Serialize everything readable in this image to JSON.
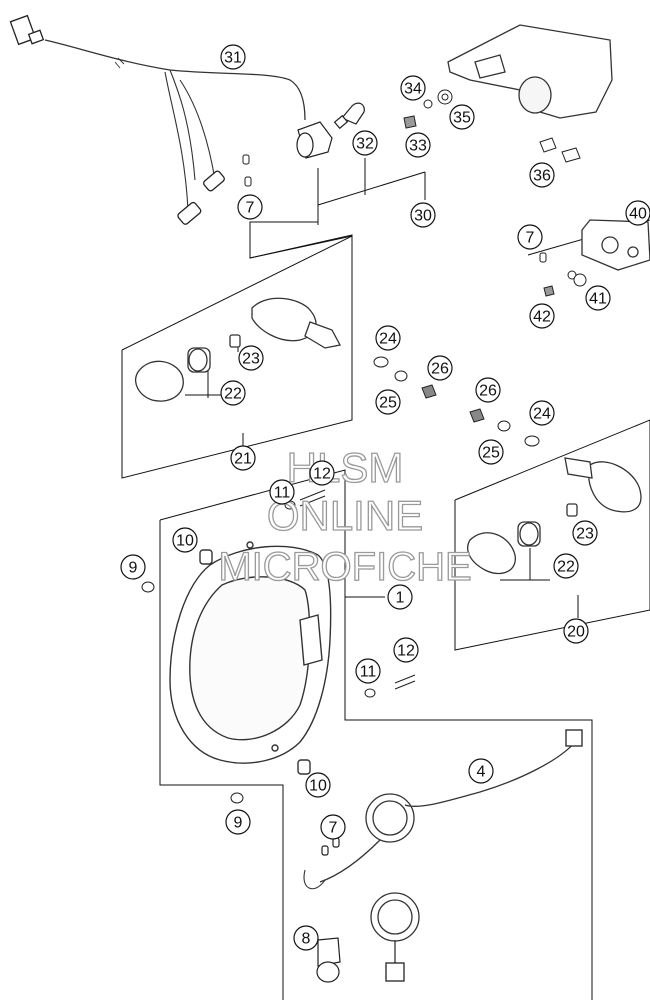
{
  "watermark": {
    "line1": "HLSM",
    "line2": "ONLINE",
    "line3": "MICROFICHE"
  },
  "callouts": [
    {
      "id": "31",
      "label": "31"
    },
    {
      "id": "34",
      "label": "34"
    },
    {
      "id": "35",
      "label": "35"
    },
    {
      "id": "32",
      "label": "32"
    },
    {
      "id": "33",
      "label": "33"
    },
    {
      "id": "36",
      "label": "36"
    },
    {
      "id": "30",
      "label": "30"
    },
    {
      "id": "7a",
      "label": "7"
    },
    {
      "id": "40",
      "label": "40"
    },
    {
      "id": "7b",
      "label": "7"
    },
    {
      "id": "41",
      "label": "41"
    },
    {
      "id": "42",
      "label": "42"
    },
    {
      "id": "24a",
      "label": "24"
    },
    {
      "id": "23a",
      "label": "23"
    },
    {
      "id": "26a",
      "label": "26"
    },
    {
      "id": "22a",
      "label": "22"
    },
    {
      "id": "25a",
      "label": "25"
    },
    {
      "id": "26b",
      "label": "26"
    },
    {
      "id": "24b",
      "label": "24"
    },
    {
      "id": "25b",
      "label": "25"
    },
    {
      "id": "21",
      "label": "21"
    },
    {
      "id": "12a",
      "label": "12"
    },
    {
      "id": "11a",
      "label": "11"
    },
    {
      "id": "23b",
      "label": "23"
    },
    {
      "id": "10a",
      "label": "10"
    },
    {
      "id": "9a",
      "label": "9"
    },
    {
      "id": "22b",
      "label": "22"
    },
    {
      "id": "1",
      "label": "1"
    },
    {
      "id": "20",
      "label": "20"
    },
    {
      "id": "12b",
      "label": "12"
    },
    {
      "id": "11b",
      "label": "11"
    },
    {
      "id": "4",
      "label": "4"
    },
    {
      "id": "10b",
      "label": "10"
    },
    {
      "id": "9b",
      "label": "9"
    },
    {
      "id": "7c",
      "label": "7"
    },
    {
      "id": "8",
      "label": "8"
    }
  ]
}
